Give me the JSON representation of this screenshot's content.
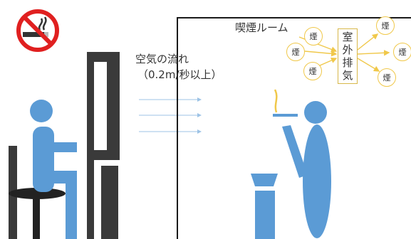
{
  "room": {
    "title": "喫煙ルーム"
  },
  "airflow": {
    "line1": "空気の流れ",
    "line2": "（0.2m/秒以上）"
  },
  "exhaust": {
    "chars": [
      "室",
      "外",
      "排",
      "気"
    ]
  },
  "smoke": {
    "label": "煙"
  },
  "colors": {
    "figure": "#5b9bd5",
    "dark": "#3a3a3a",
    "smoke": "#f0c84a",
    "arrow": "#9dc3e6",
    "no_smoking": "#e02020"
  },
  "icons": [
    "no-smoking-icon"
  ]
}
